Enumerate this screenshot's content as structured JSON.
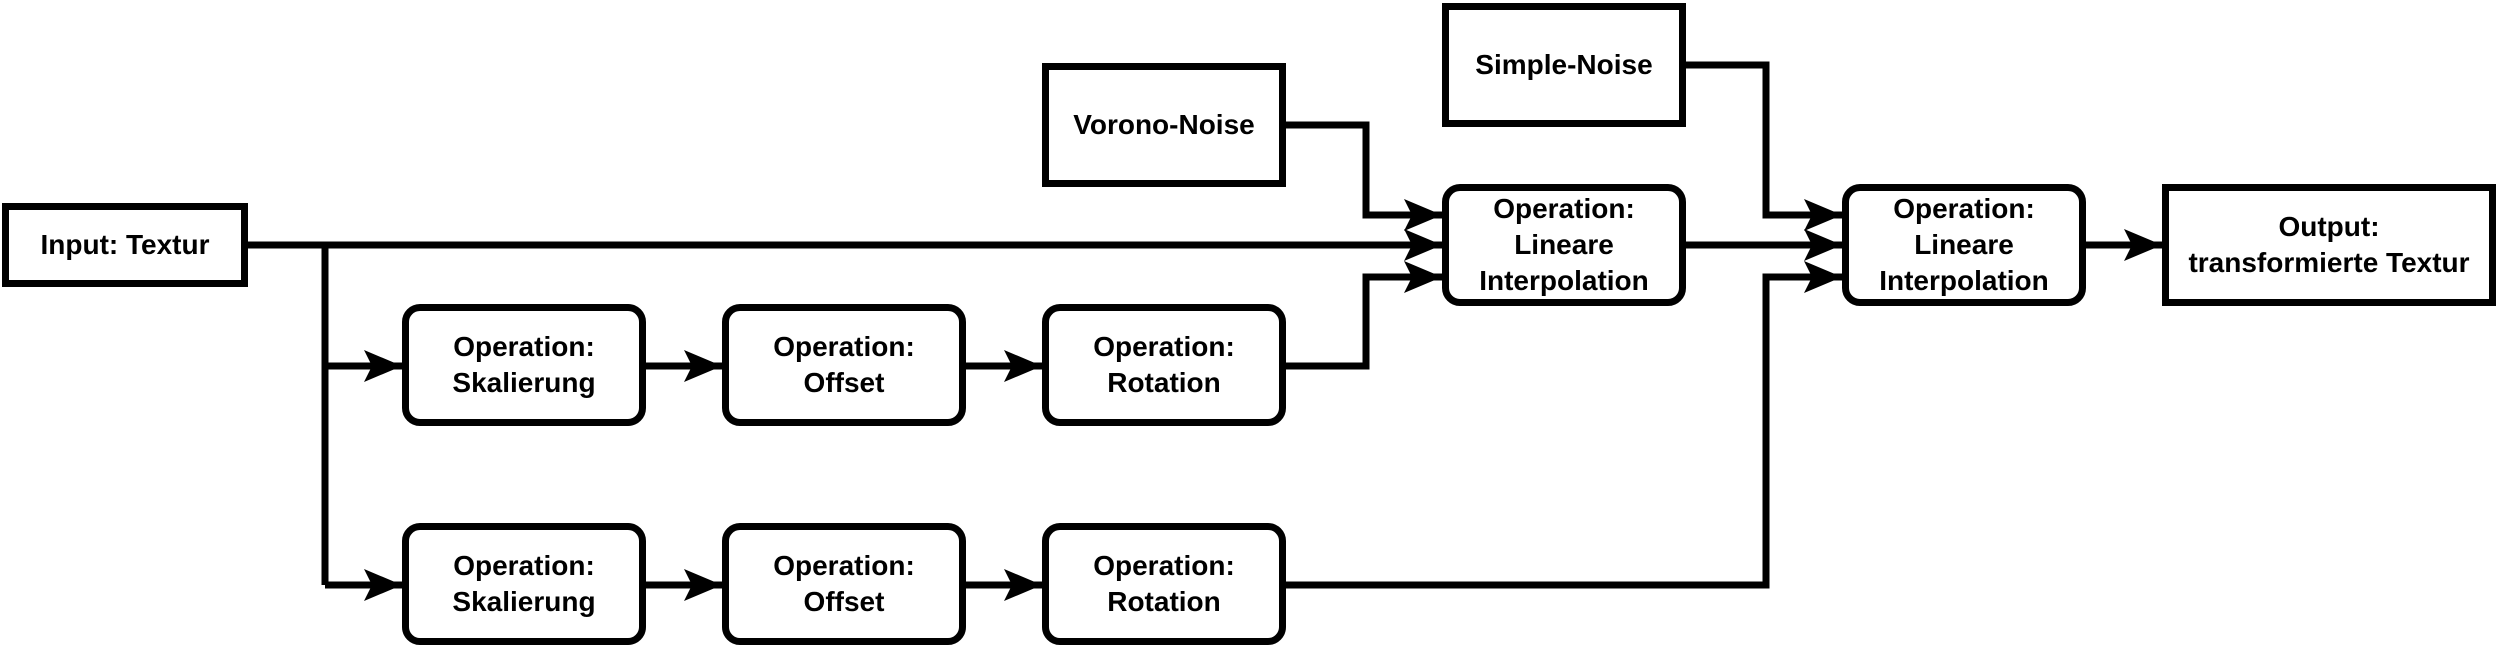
{
  "diagram": {
    "input": {
      "label": "Input: Textur"
    },
    "vorono": {
      "label": "Vorono-Noise"
    },
    "simple": {
      "label": "Simple-Noise"
    },
    "lerp1": {
      "line1": "Operation:",
      "line2": "Lineare",
      "line3": "Interpolation"
    },
    "lerp2": {
      "line1": "Operation:",
      "line2": "Lineare",
      "line3": "Interpolation"
    },
    "output": {
      "line1": "Output:",
      "line2": "transformierte Textur"
    },
    "branch1": {
      "scale": {
        "line1": "Operation:",
        "line2": "Skalierung"
      },
      "offset": {
        "line1": "Operation:",
        "line2": "Offset"
      },
      "rotation": {
        "line1": "Operation:",
        "line2": "Rotation"
      }
    },
    "branch2": {
      "scale": {
        "line1": "Operation:",
        "line2": "Skalierung"
      },
      "offset": {
        "line1": "Operation:",
        "line2": "Offset"
      },
      "rotation": {
        "line1": "Operation:",
        "line2": "Rotation"
      }
    }
  }
}
